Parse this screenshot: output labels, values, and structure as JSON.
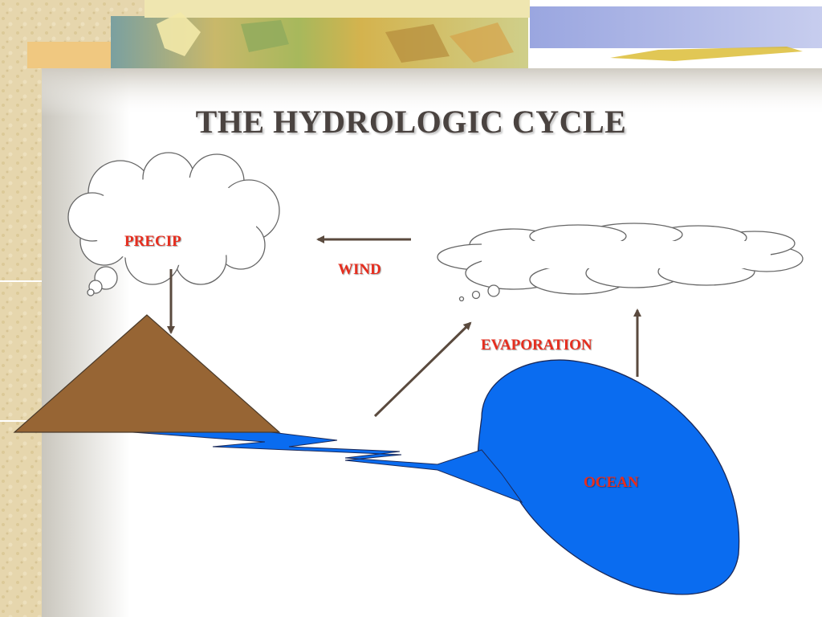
{
  "slide": {
    "title": "THE HYDROLOGIC CYCLE"
  },
  "labels": {
    "precip": "PRECIP",
    "wind": "WIND",
    "evaporation": "EVAPORATION",
    "ocean": "OCEAN"
  },
  "colors": {
    "title_text": "#4a4340",
    "label_text": "#e62e1f",
    "mountain_fill": "#976534",
    "water_fill": "#0a6cf0",
    "arrow": "#5a4a3e",
    "cloud_outline": "#666666",
    "parchment": "#e3d2a8"
  }
}
